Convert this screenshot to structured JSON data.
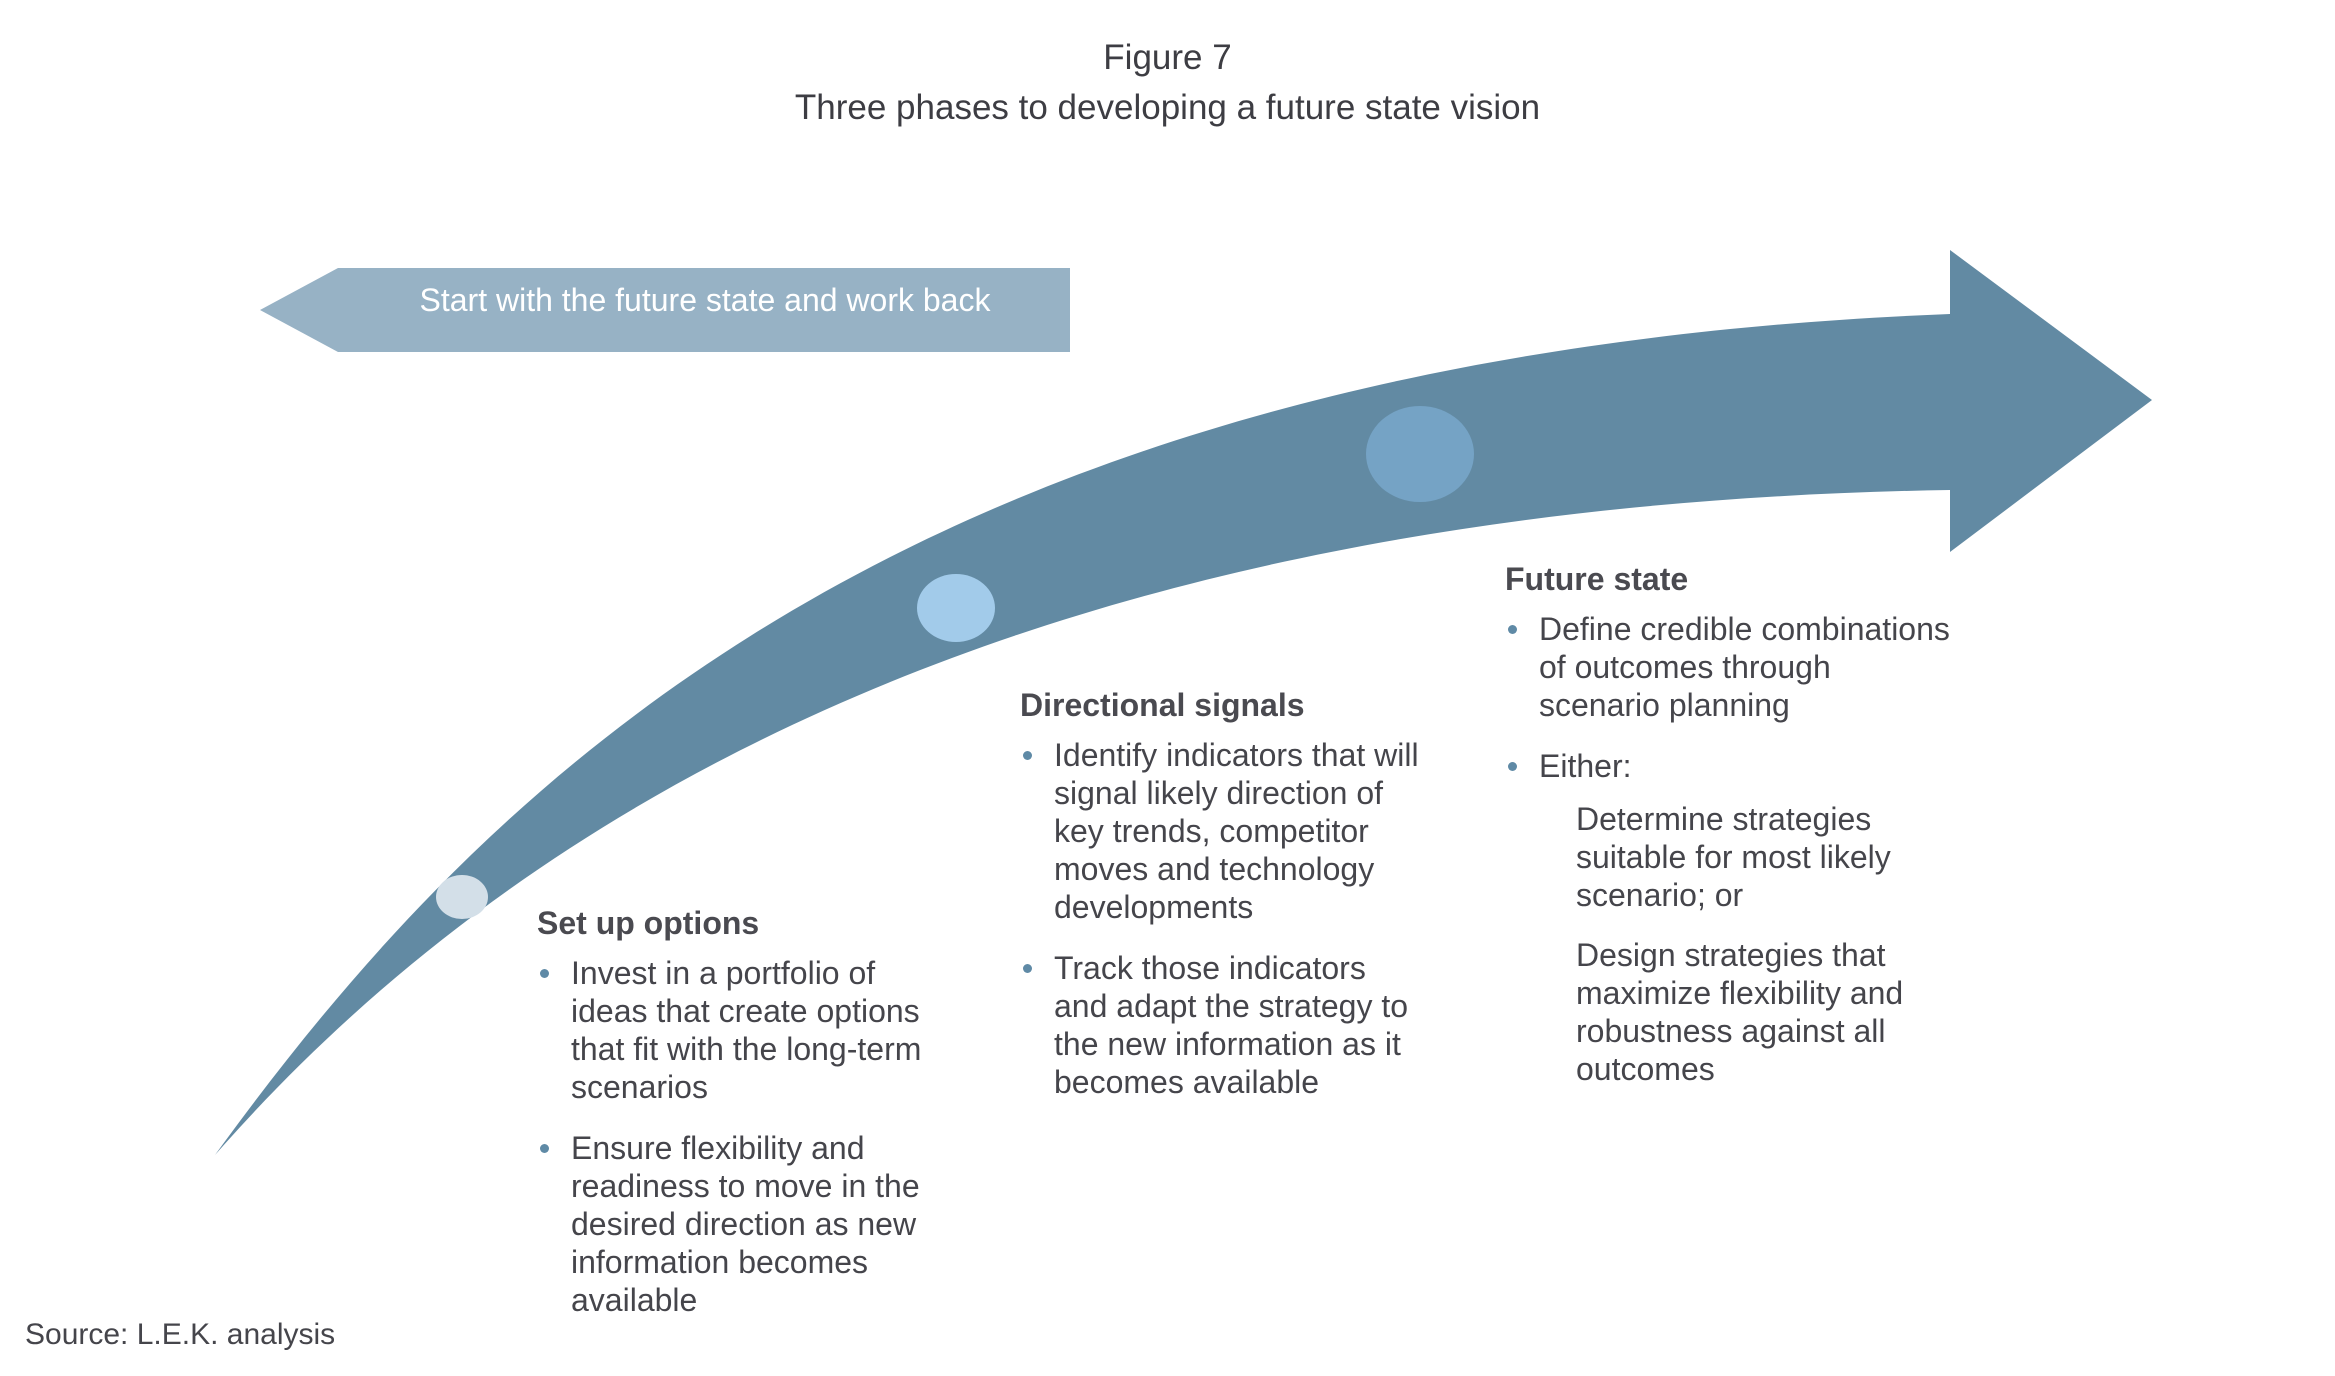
{
  "figure": {
    "label": "Figure 7",
    "title": "Three phases to developing a future state vision"
  },
  "back_arrow": {
    "label": "Start with the future state and work back"
  },
  "phases": [
    {
      "heading": "Set up options",
      "bullets": [
        "Invest in a portfolio of ideas that create options that fit with the long-term scenarios",
        "Ensure flexibility and readiness to move in the desired direction as new information becomes available"
      ]
    },
    {
      "heading": "Directional signals",
      "bullets": [
        "Identify indicators that will signal likely direction of key trends, competitor moves and technology developments",
        "Track those indicators and adapt the strategy to the new information as it becomes available"
      ]
    },
    {
      "heading": "Future state",
      "bullets": [
        "Define credible combinations of outcomes through scenario planning",
        "Either:"
      ],
      "subitems": [
        "Determine strategies suitable for most likely scenario; or",
        "Design strategies that maximize flexibility and robustness against all outcomes"
      ]
    }
  ],
  "source": "Source: L.E.K. analysis",
  "colors": {
    "main_arrow": "#628aa3",
    "back_arrow": "#97b2c5",
    "marker_1": "#d3dfe8",
    "marker_2": "#a2cbea",
    "marker_3": "#75a3c5",
    "bullet": "#5f8aa6"
  }
}
